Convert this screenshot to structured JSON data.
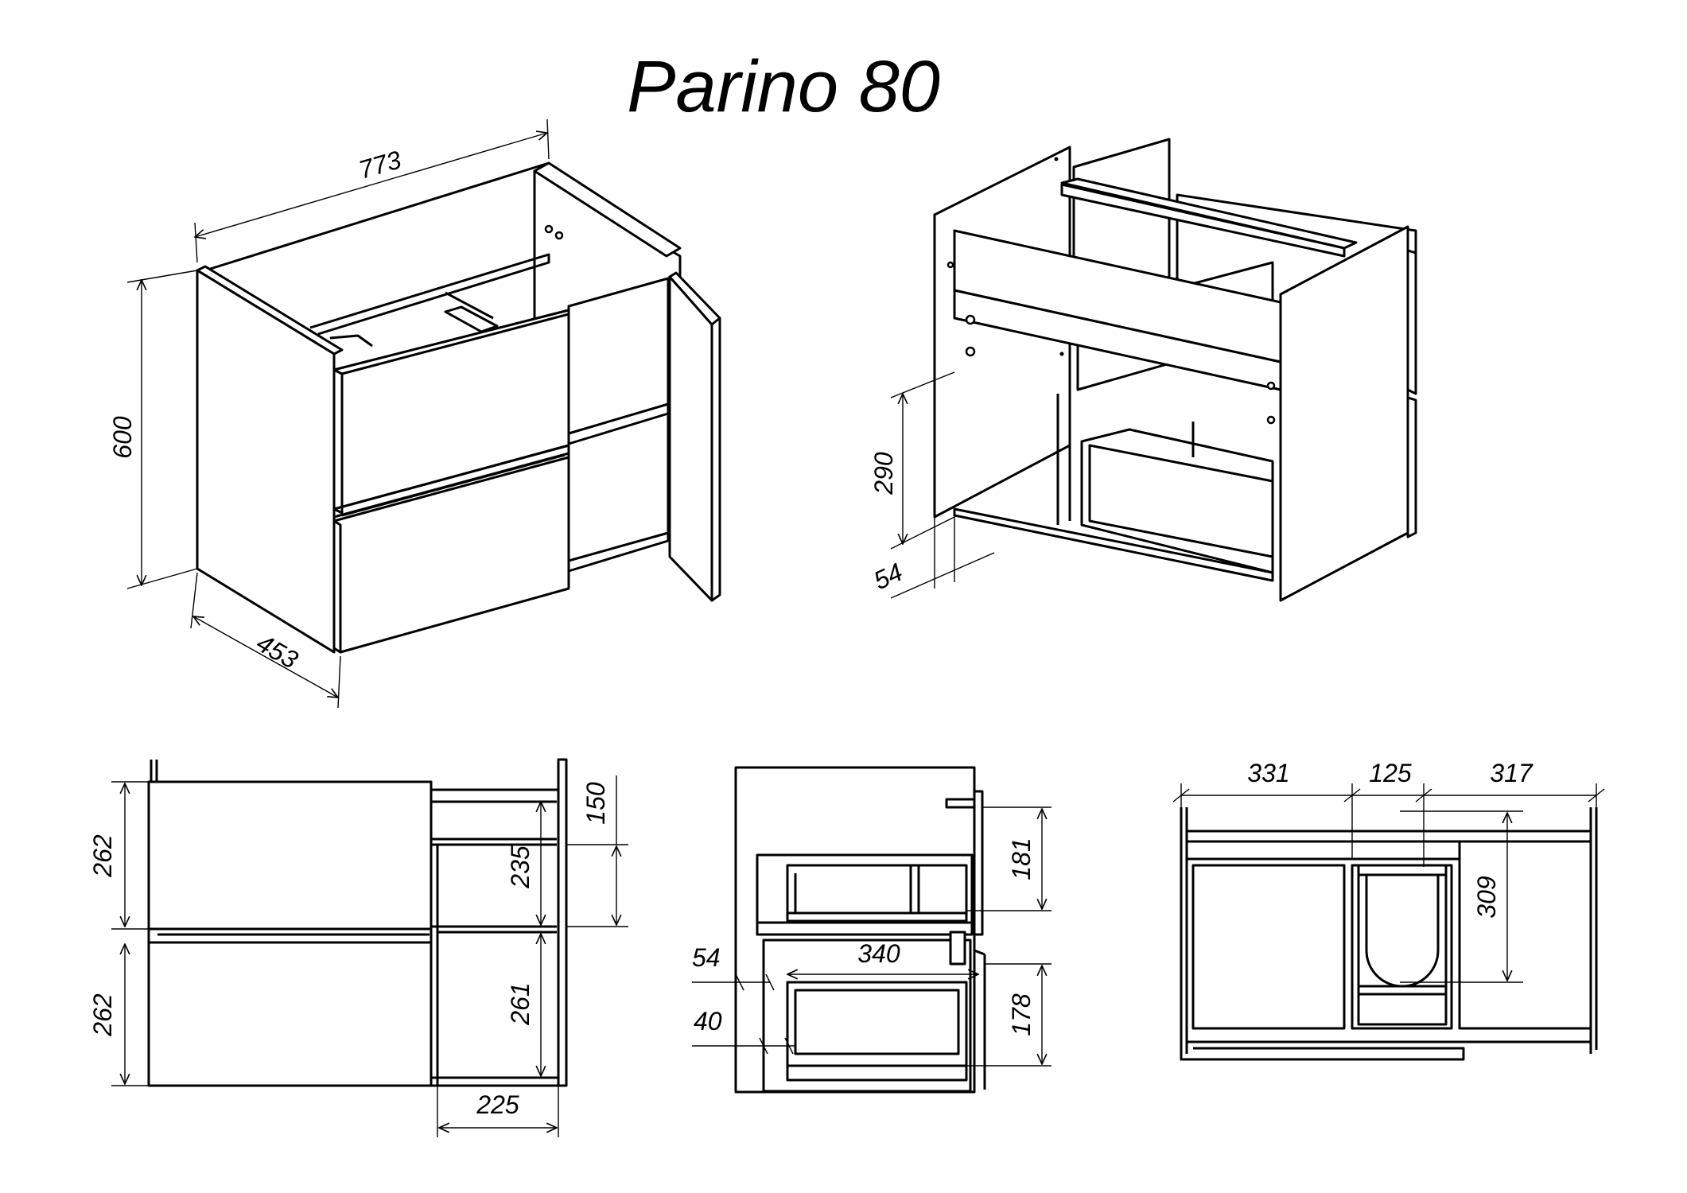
{
  "title": "Parino 80",
  "iso_front": {
    "width": "773",
    "height": "600",
    "depth": "453"
  },
  "iso_back": {
    "height": "290",
    "offset": "54"
  },
  "front_view": {
    "upper_drawer": "262",
    "lower_drawer": "262",
    "top_gap": "150",
    "shelf_upper": "235",
    "shelf_lower": "261",
    "open_width": "225"
  },
  "side_view": {
    "upper_drawer": "181",
    "lower_drawer": "178",
    "drawer_depth": "340",
    "offset_upper": "54",
    "offset_lower": "40"
  },
  "top_view": {
    "left": "331",
    "middle": "125",
    "right": "317",
    "depth": "309"
  }
}
